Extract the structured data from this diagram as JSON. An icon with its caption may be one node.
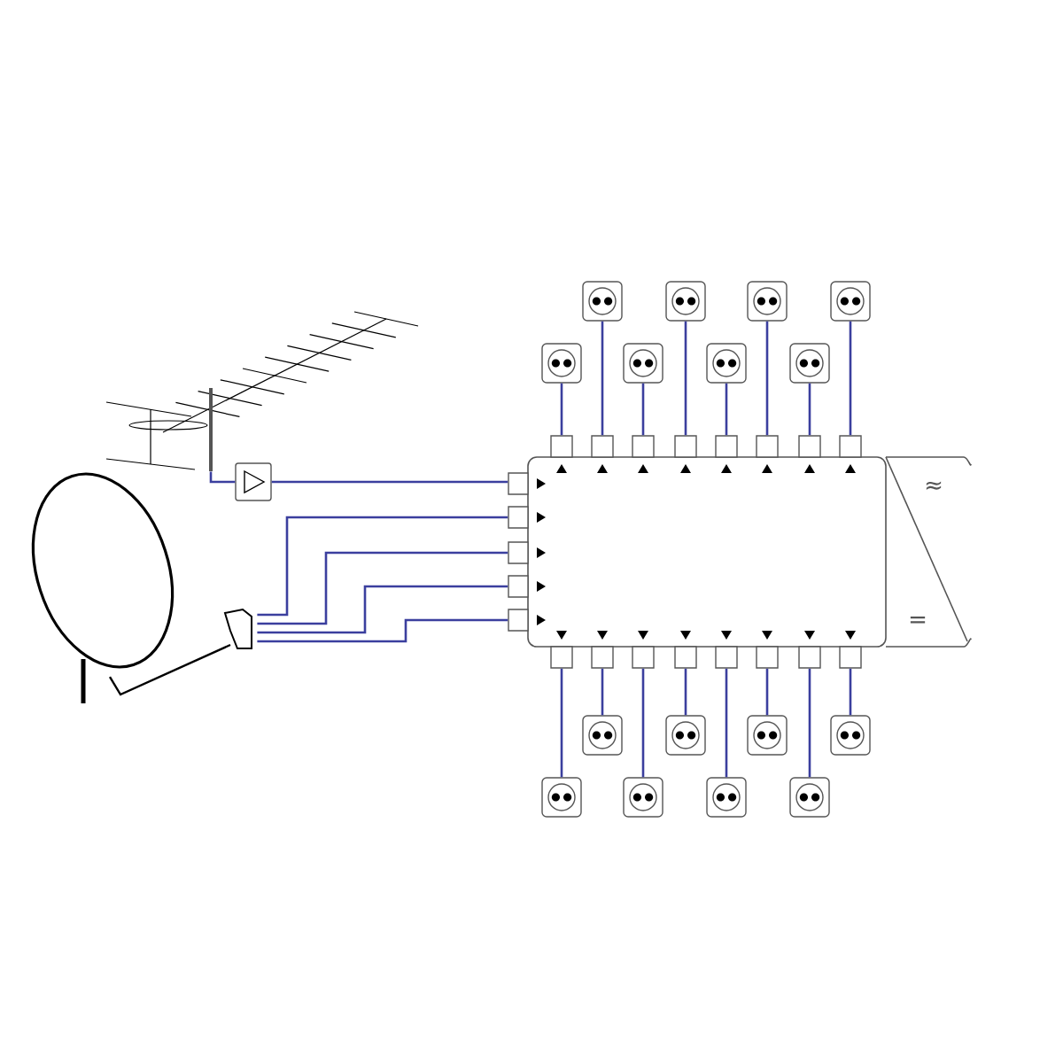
{
  "diagram": {
    "nodes": [
      {
        "text": [],
        "shape": "picture"
      },
      {
        "text": [],
        "shape": "box"
      },
      {
        "text": [],
        "shape": "picture"
      },
      {
        "text": [],
        "shape": "box"
      },
      {
        "text": [
          "≈",
          "="
        ]
      },
      {
        "text": [],
        "shape": "socket"
      },
      {
        "text": [],
        "shape": "socket"
      },
      {
        "text": [],
        "shape": "socket"
      },
      {
        "text": [],
        "shape": "socket"
      },
      {
        "text": [],
        "shape": "socket"
      },
      {
        "text": [],
        "shape": "socket"
      },
      {
        "text": [],
        "shape": "socket"
      },
      {
        "text": [],
        "shape": "socket"
      },
      {
        "text": [],
        "shape": "socket"
      },
      {
        "text": [],
        "shape": "socket"
      },
      {
        "text": [],
        "shape": "socket"
      },
      {
        "text": [],
        "shape": "socket"
      },
      {
        "text": [],
        "shape": "socket"
      },
      {
        "text": [],
        "shape": "socket"
      },
      {
        "text": [],
        "shape": "socket"
      },
      {
        "text": [],
        "shape": "socket"
      }
    ],
    "edges": [
      {
        "from": 0,
        "to": 1,
        "arrow": "none"
      },
      {
        "from": 1,
        "to": 3,
        "arrow": "none"
      },
      {
        "from": 2,
        "to": 3,
        "arrow": "none"
      },
      {
        "from": 2,
        "to": 3,
        "arrow": "none"
      },
      {
        "from": 2,
        "to": 3,
        "arrow": "none"
      },
      {
        "from": 2,
        "to": 3,
        "arrow": "none"
      },
      {
        "from": 3,
        "to": 5,
        "arrow": "none"
      },
      {
        "from": 3,
        "to": 6,
        "arrow": "none"
      },
      {
        "from": 3,
        "to": 7,
        "arrow": "none"
      },
      {
        "from": 3,
        "to": 8,
        "arrow": "none"
      },
      {
        "from": 3,
        "to": 9,
        "arrow": "none"
      },
      {
        "from": 3,
        "to": 10,
        "arrow": "none"
      },
      {
        "from": 3,
        "to": 11,
        "arrow": "none"
      },
      {
        "from": 3,
        "to": 12,
        "arrow": "none"
      },
      {
        "from": 3,
        "to": 13,
        "arrow": "none"
      },
      {
        "from": 3,
        "to": 14,
        "arrow": "none"
      },
      {
        "from": 3,
        "to": 15,
        "arrow": "none"
      },
      {
        "from": 3,
        "to": 16,
        "arrow": "none"
      },
      {
        "from": 3,
        "to": 17,
        "arrow": "none"
      },
      {
        "from": 3,
        "to": 18,
        "arrow": "none"
      },
      {
        "from": 3,
        "to": 19,
        "arrow": "none"
      },
      {
        "from": 3,
        "to": 20,
        "arrow": "none"
      }
    ]
  }
}
